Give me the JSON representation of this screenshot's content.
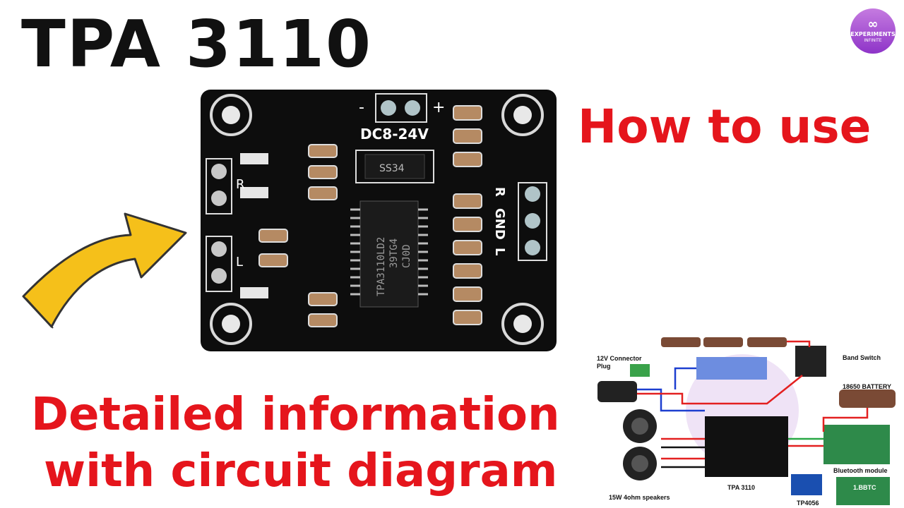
{
  "title": "TPA 3110",
  "how_to_use": "How to use",
  "detail_line1": "Detailed information",
  "detail_line2": "with circuit diagram",
  "logo": {
    "symbol": "∞",
    "line1": "EXPERIMENTS",
    "line2": "INFINITE"
  },
  "board": {
    "power_label": "DC8-24V",
    "diode_label": "SS34",
    "chip_label": "TPA3110LD2",
    "chip_code1": "39TG4",
    "chip_code2": "CJ0D",
    "out_labels": [
      "R",
      "GND",
      "L"
    ],
    "minus": "-",
    "plus": "+",
    "r_label": "R",
    "l_label": "L"
  },
  "diagram": {
    "connector": "12V Connector Plug",
    "band_switch": "Band Switch",
    "battery": "18650 BATTERY",
    "speakers": "15W 4ohm speakers",
    "amp": "TPA 3110",
    "bt": "Bluetooth module",
    "charger": "TP4056",
    "bt_chip": "1.BBTC"
  },
  "colors": {
    "red": "#e5151c",
    "black": "#111111",
    "arrow": "#f5c01a",
    "logo": "#a24fd3"
  }
}
